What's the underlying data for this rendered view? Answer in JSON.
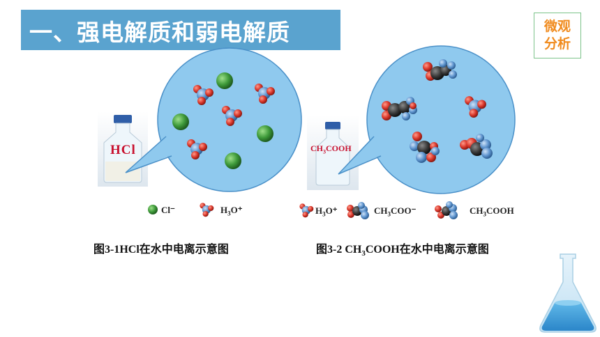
{
  "title": "一、强电解质和弱电解质",
  "badge": {
    "line1": "微观",
    "line2": "分析"
  },
  "left_panel": {
    "bottle_label": "HCl",
    "legend_cl": "Cl⁻",
    "legend_h3o_prefix": "H",
    "legend_h3o_sub": "3",
    "legend_h3o_suffix": "O⁺",
    "caption": "图3-1HCl在水中电离示意图"
  },
  "right_panel": {
    "bottle_label_prefix": "CH",
    "bottle_label_sub": "3",
    "bottle_label_suffix": "COOH",
    "legend_h3o_prefix": "H",
    "legend_h3o_sub": "3",
    "legend_h3o_suffix": "O⁺",
    "legend_acetate_prefix": "CH",
    "legend_acetate_sub": "3",
    "legend_acetate_suffix": "COO⁻",
    "legend_acid_prefix": "CH",
    "legend_acid_sub": "3",
    "legend_acid_suffix": "COOH",
    "caption_prefix": "图3-2 CH",
    "caption_sub": "3",
    "caption_suffix": "COOH在水中电离示意图"
  },
  "colors": {
    "title_bg": "#5aa3cf",
    "bubble": "#8fc9ee",
    "chloride": "#3e9a3a",
    "oxygen": "#d9362a",
    "hydrogen": "#5f95cf",
    "carbon": "#3a3a3a",
    "badge_text": "#f08a1c"
  }
}
